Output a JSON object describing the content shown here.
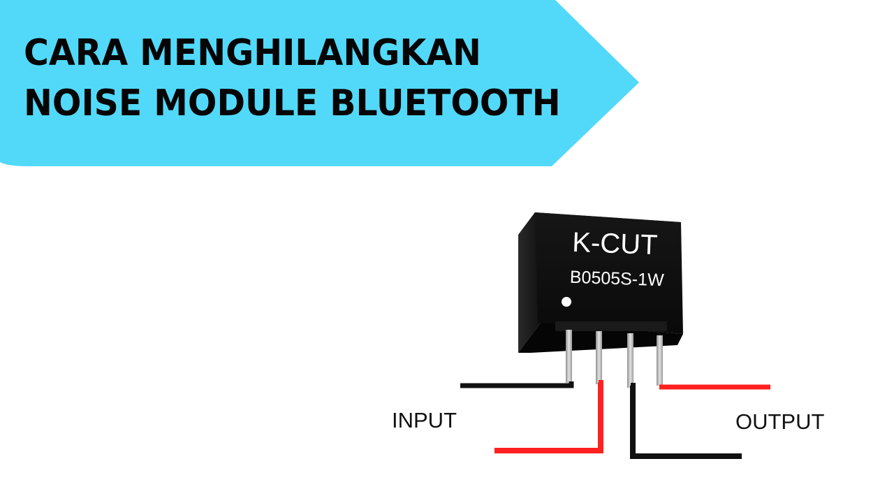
{
  "banner": {
    "title_line_1": "CARA MENGHILANGKAN",
    "title_line_2": "NOISE MODULE BLUETOOTH",
    "color": "#52d9f9"
  },
  "module": {
    "brand": "K-CUT",
    "model": "B0505S-1W",
    "body_color": "#111111"
  },
  "labels": {
    "input": "INPUT",
    "output": "OUTPUT"
  },
  "wires": {
    "positive_color": "#ff2020",
    "negative_color": "#111111"
  }
}
